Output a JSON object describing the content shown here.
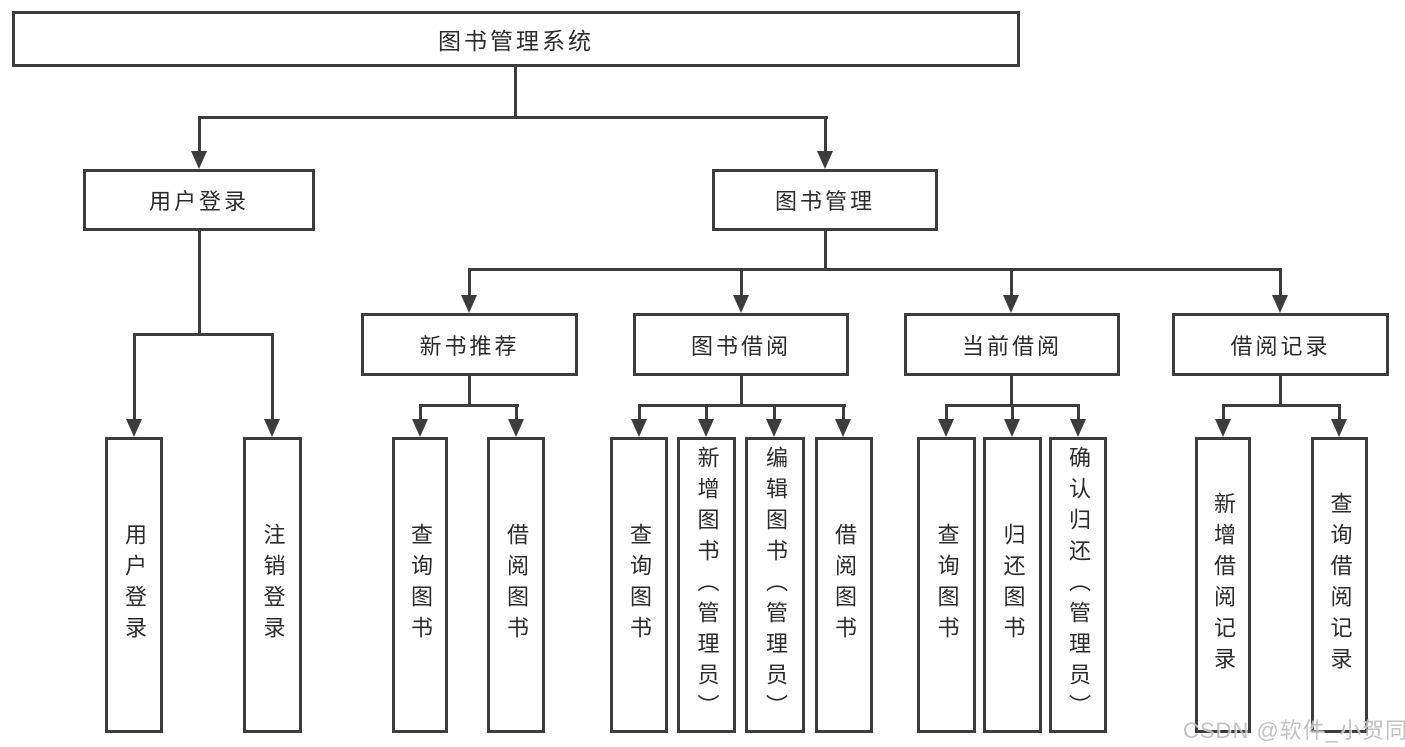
{
  "nodes": {
    "root": "图书管理系统",
    "user_login": "用户登录",
    "book_management": "图书管理",
    "new_book_recommend": "新书推荐",
    "book_borrow": "图书借阅",
    "current_borrow": "当前借阅",
    "borrow_records": "借阅记录",
    "leaf_user_login": "用户登录",
    "leaf_logout_login": "注销登录",
    "leaf_nbr_query_books": "查询图书",
    "leaf_nbr_borrow_books": "借阅图书",
    "leaf_bb_query_books": "查询图书",
    "leaf_bb_add_books_admin": "新增图书（管理员）",
    "leaf_bb_edit_books_admin": "编辑图书（管理员）",
    "leaf_bb_borrow_books": "借阅图书",
    "leaf_cb_query_books": "查询图书",
    "leaf_cb_return_books": "归还图书",
    "leaf_cb_confirm_return_admin": "确认归还（管理员）",
    "leaf_br_add_record": "新增借阅记录",
    "leaf_br_query_record": "查询借阅记录"
  },
  "watermark": "CSDN @软件_小贺同学",
  "colors": {
    "line": "#3c3c3c",
    "text": "#2b2b2b",
    "background": "#ffffff",
    "watermark": "#bcbcbc"
  }
}
